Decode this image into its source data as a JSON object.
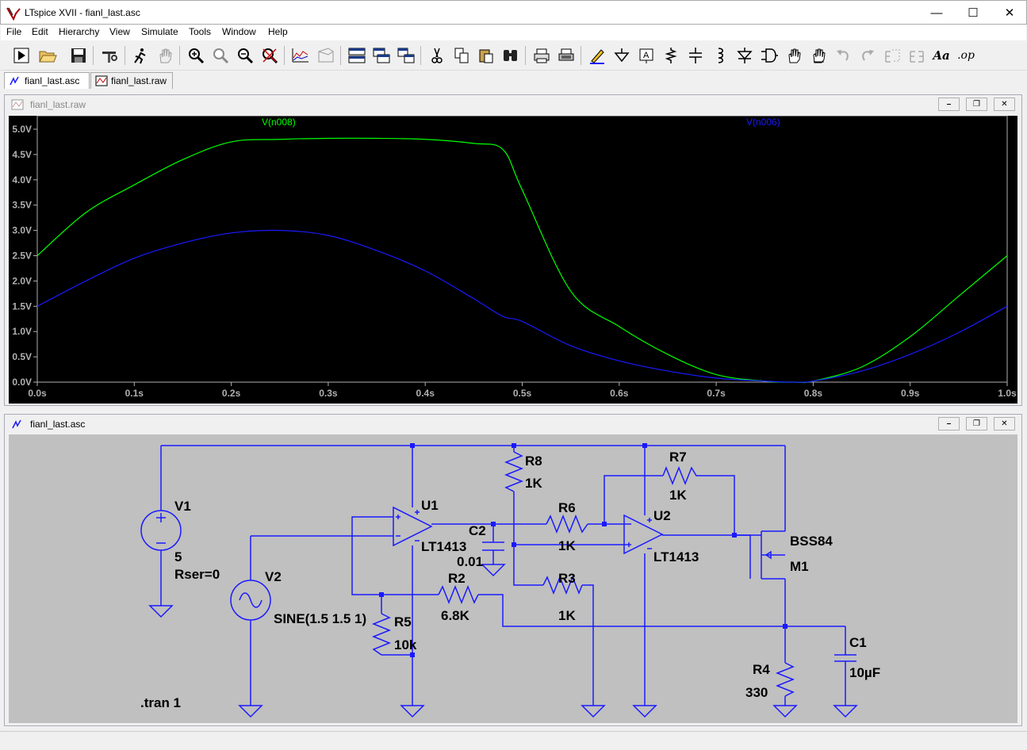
{
  "window": {
    "title": "LTspice XVII - fianl_last.asc"
  },
  "menu": [
    "File",
    "Edit",
    "Hierarchy",
    "View",
    "Simulate",
    "Tools",
    "Window",
    "Help"
  ],
  "toolbar_icons": [
    "run-icon",
    "open-icon",
    "save-icon",
    "control-panel-icon",
    "halt-icon",
    "pan-icon",
    "zoom-in-icon",
    "zoom-box-icon",
    "zoom-out-icon",
    "zoom-fit-icon",
    "autorange-icon",
    "pick-trace-icon",
    "tile-horizontal-icon",
    "cascade-icon",
    "tile-vertical-icon",
    "cut-icon",
    "copy-icon",
    "paste-icon",
    "find-icon",
    "print-icon",
    "print-setup-icon",
    "wire-icon",
    "ground-icon",
    "label-icon",
    "resistor-icon",
    "capacitor-icon",
    "inductor-icon",
    "diode-icon",
    "component-icon",
    "move-icon",
    "drag-icon",
    "undo-icon",
    "redo-icon",
    "rotate-icon",
    "mirror-icon",
    "text-icon",
    "spice-directive-icon"
  ],
  "toolbar_text": {
    "text_label": "Aa",
    "op_label": ".op"
  },
  "tabs": [
    {
      "label": "fianl_last.asc",
      "active": true
    },
    {
      "label": "fianl_last.raw",
      "active": false
    }
  ],
  "waveform_window": {
    "title": "fianl_last.raw",
    "traces": [
      {
        "name": "V(n008)",
        "color": "#00ff00"
      },
      {
        "name": "V(n006)",
        "color": "#1a1aff"
      }
    ]
  },
  "chart_data": {
    "type": "line",
    "x": [
      0.0,
      0.05,
      0.1,
      0.15,
      0.2,
      0.25,
      0.3,
      0.35,
      0.4,
      0.45,
      0.48,
      0.5,
      0.55,
      0.6,
      0.65,
      0.7,
      0.75,
      0.78,
      0.8,
      0.85,
      0.9,
      0.95,
      1.0
    ],
    "series": [
      {
        "name": "V(n008)",
        "values": [
          2.5,
          3.35,
          3.9,
          4.4,
          4.75,
          4.8,
          4.82,
          4.82,
          4.8,
          4.72,
          4.6,
          3.8,
          1.8,
          1.1,
          0.55,
          0.15,
          0.02,
          0.0,
          0.02,
          0.3,
          0.9,
          1.7,
          2.5
        ]
      },
      {
        "name": "V(n006)",
        "values": [
          1.5,
          2.0,
          2.45,
          2.75,
          2.95,
          3.0,
          2.9,
          2.6,
          2.2,
          1.65,
          1.3,
          1.2,
          0.72,
          0.42,
          0.22,
          0.08,
          0.02,
          0.0,
          0.02,
          0.22,
          0.55,
          0.98,
          1.5
        ]
      }
    ],
    "xlim": [
      0,
      1.0
    ],
    "ylim": [
      0,
      5.0
    ],
    "xticks": [
      "0.0s",
      "0.1s",
      "0.2s",
      "0.3s",
      "0.4s",
      "0.5s",
      "0.6s",
      "0.7s",
      "0.8s",
      "0.9s",
      "1.0s"
    ],
    "yticks": [
      "0.0V",
      "0.5V",
      "1.0V",
      "1.5V",
      "2.0V",
      "2.5V",
      "3.0V",
      "3.5V",
      "4.0V",
      "4.5V",
      "5.0V"
    ],
    "grid": false,
    "legend": "top"
  },
  "schematic_window": {
    "title": "fianl_last.asc",
    "labels": {
      "v1": "V1",
      "v1_val": "5",
      "v1_rser": "Rser=0",
      "v2": "V2",
      "v2_val": "SINE(1.5 1.5 1)",
      "u1": "U1",
      "u1_part": "LT1413",
      "u2": "U2",
      "u2_part": "LT1413",
      "r2": "R2",
      "r2_val": "6.8K",
      "r3": "R3",
      "r3_val": "1K",
      "r4": "R4",
      "r4_val": "330",
      "r5": "R5",
      "r5_val": "10k",
      "r6": "R6",
      "r6_val": "1K",
      "r7": "R7",
      "r7_val": "1K",
      "r8": "R8",
      "r8_val": "1K",
      "c1": "C1",
      "c1_val": "10µF",
      "c2": "C2",
      "c2_val": "0.01",
      "m1": "M1",
      "m1_part": "BSS84",
      "directive": ".tran 1"
    }
  }
}
